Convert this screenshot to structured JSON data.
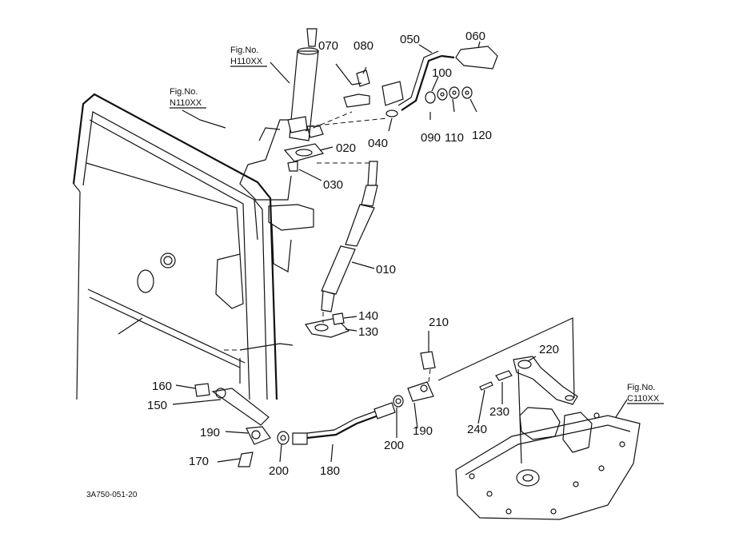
{
  "figure_refs": {
    "h": {
      "line1": "Fig.No.",
      "line2": "H110XX"
    },
    "n": {
      "line1": "Fig.No.",
      "line2": "N110XX"
    },
    "c": {
      "line1": "Fig.No.",
      "line2": "C110XX"
    }
  },
  "parts": {
    "p010": "010",
    "p020": "020",
    "p030": "030",
    "p040": "040",
    "p050": "050",
    "p060": "060",
    "p070": "070",
    "p080": "080",
    "p090": "090",
    "p100": "100",
    "p110": "110",
    "p120": "120",
    "p130": "130",
    "p140": "140",
    "p150": "150",
    "p160": "160",
    "p170": "170",
    "p180": "180",
    "p190a": "190",
    "p190b": "190",
    "p200a": "200",
    "p200b": "200",
    "p210": "210",
    "p220": "220",
    "p230": "230",
    "p240": "240"
  },
  "drawing_code": "3A750-051-20"
}
